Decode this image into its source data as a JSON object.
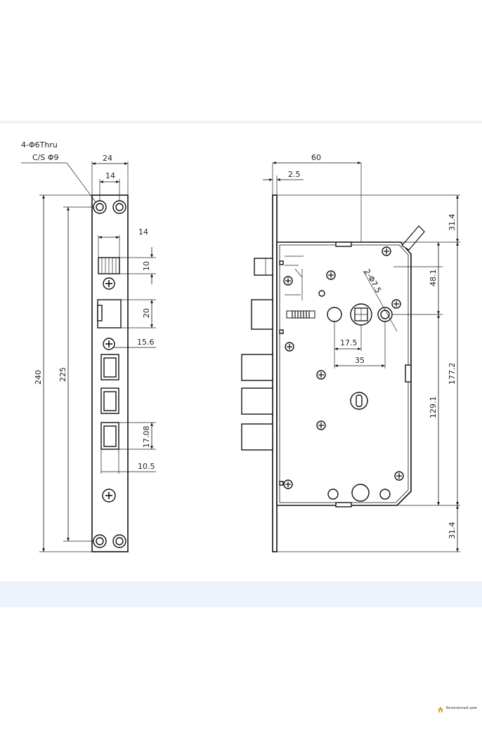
{
  "front_view": {
    "hole_note_line1": "4-Φ6Thru",
    "hole_note_line2": "C/S Φ9",
    "dims": {
      "width": "24",
      "hole_spacing": "14",
      "latch_width": "14",
      "latch_height": "10",
      "bolt_height": "20",
      "offset": "15.6",
      "slot_height": "17.08",
      "slot_offset": "10.5",
      "total_length": "240",
      "hole_pitch": "225"
    }
  },
  "side_view": {
    "dims": {
      "depth": "60",
      "faceplate_thickness": "2.5",
      "top_margin": "31.4",
      "bottom_margin": "31.4",
      "spindle_to_hole": "48.1",
      "case_height": "177.2",
      "hole_to_bottom": "129.1",
      "holes_note": "2-Φ7.5",
      "backset": "17.5",
      "spacing": "35"
    }
  },
  "watermark": {
    "icon": "house-icon",
    "text": "Безопасный дом"
  }
}
